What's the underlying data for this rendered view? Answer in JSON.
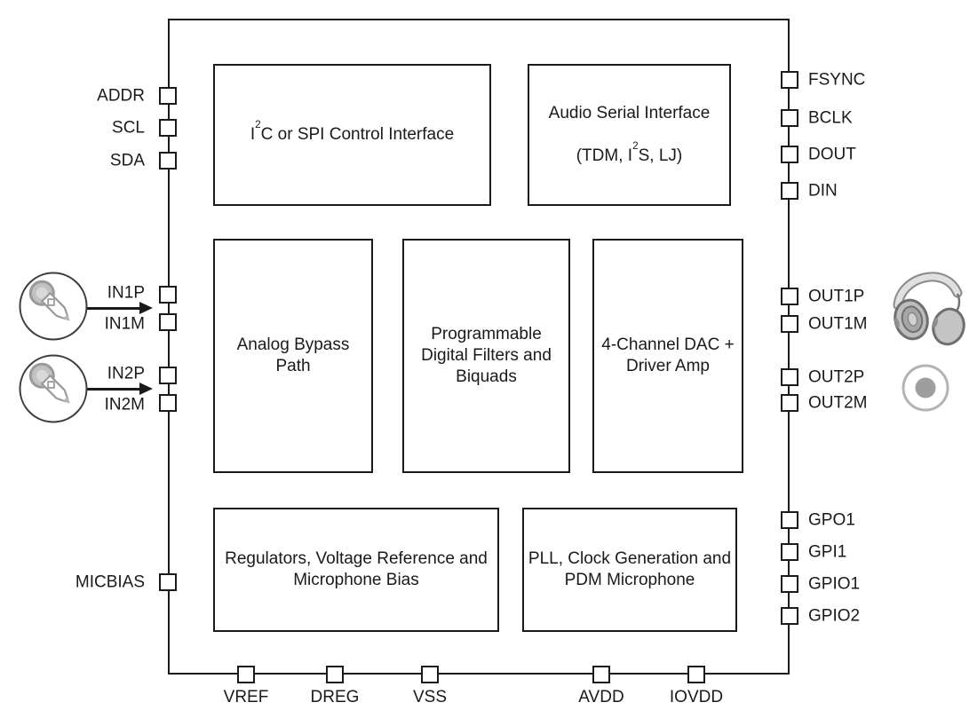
{
  "figure": {
    "type": "functional-block-diagram",
    "blocks": {
      "control_interface": {
        "pre": "I",
        "sup": "2",
        "post": "C or SPI Control Interface"
      },
      "audio_serial_interface": {
        "line1": "Audio Serial Interface",
        "line2_pre": "(TDM, I",
        "line2_sup": "2",
        "line2_post": "S, LJ)"
      },
      "analog_bypass": {
        "label": "Analog Bypass\nPath"
      },
      "digital_filters": {
        "label": "Programmable\nDigital Filters and\nBiquads"
      },
      "dac_driver": {
        "label": "4-Channel DAC +\nDriver Amp"
      },
      "regulators": {
        "label": "Regulators, Voltage Reference and\nMicrophone Bias"
      },
      "pll_clock": {
        "label": "PLL, Clock Generation and\nPDM Microphone"
      }
    },
    "pins": {
      "left": [
        {
          "label": "ADDR"
        },
        {
          "label": "SCL"
        },
        {
          "label": "SDA"
        },
        {
          "label": "IN1P"
        },
        {
          "label": "IN1M"
        },
        {
          "label": "IN2P"
        },
        {
          "label": "IN2M"
        },
        {
          "label": "MICBIAS"
        }
      ],
      "right": [
        {
          "label": "FSYNC"
        },
        {
          "label": "BCLK"
        },
        {
          "label": "DOUT"
        },
        {
          "label": "DIN"
        },
        {
          "label": "OUT1P"
        },
        {
          "label": "OUT1M"
        },
        {
          "label": "OUT2P"
        },
        {
          "label": "OUT2M"
        },
        {
          "label": "GPO1"
        },
        {
          "label": "GPI1"
        },
        {
          "label": "GPIO1"
        },
        {
          "label": "GPIO2"
        }
      ],
      "bottom": [
        {
          "label": "VREF"
        },
        {
          "label": "DREG"
        },
        {
          "label": "VSS"
        },
        {
          "label": "AVDD"
        },
        {
          "label": "IOVDD"
        }
      ]
    },
    "icons": [
      {
        "name": "microphone-icon"
      },
      {
        "name": "microphone-icon"
      },
      {
        "name": "headphones-icon"
      },
      {
        "name": "speaker-icon"
      }
    ],
    "colors": {
      "line": "#1a1a1a",
      "icon_gray": "#bdbdbd",
      "icon_mid_gray": "#9e9e9e",
      "icon_light_gray": "#e0e0e0",
      "icon_outline": "#757575"
    }
  }
}
